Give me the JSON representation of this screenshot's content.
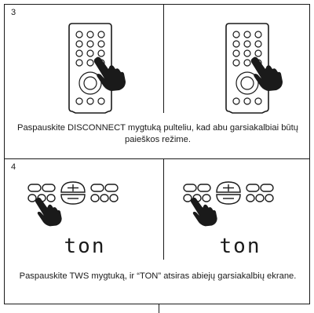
{
  "steps": [
    {
      "number": "3",
      "caption": "Paspauskite DISCONNECT mygtuką pulteliu, kad abu garsiakalbiai būtų paieškos režime."
    },
    {
      "number": "4",
      "display_text": "ton",
      "caption": "Paspauskite TWS mygtuką, ir “TON” atsiras abiejų garsiakalbių ekrane."
    }
  ],
  "icons": [
    "remote-control-icon",
    "hand-pointer-icon",
    "speaker-button-panel-icon",
    "led-display-icon"
  ]
}
